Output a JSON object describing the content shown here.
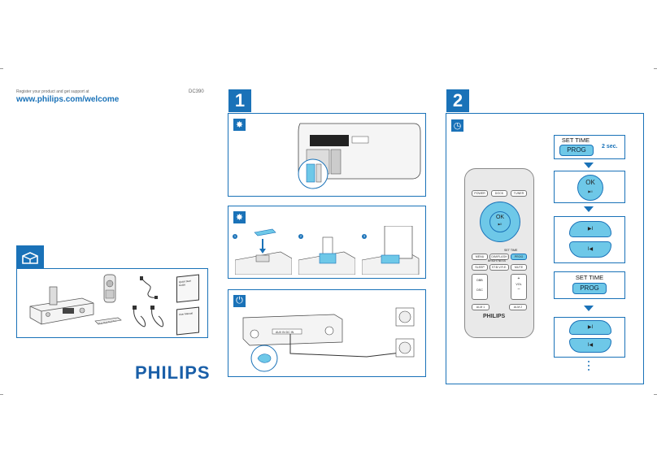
{
  "header": {
    "register_text": "Register your product and get support at",
    "url": "www.philips.com/welcome",
    "model": "DC390"
  },
  "brand": {
    "logo": "PHILIPS"
  },
  "steps": [
    {
      "number": "1"
    },
    {
      "number": "2"
    }
  ],
  "step1": {
    "icons": [
      "sun-icon",
      "sun-icon",
      "power-plug-icon"
    ],
    "install_markers": [
      "1",
      "2",
      "3"
    ],
    "device_labels": [
      "AUX IN",
      "DC IN"
    ]
  },
  "box_contents": {
    "icon": "unbox-icon",
    "manual_titles": [
      "Quick Start Guide",
      "User Manual"
    ]
  },
  "step2": {
    "icon": "clock-icon",
    "remote": {
      "top_buttons": [
        "POWER",
        "DOCK",
        "TUNER"
      ],
      "ok_label": "OK",
      "ok_sub": "▶II",
      "set_time_label": "SET TIME",
      "row1": [
        "MENU",
        "DIM/FLASH",
        "PROG"
      ],
      "brightness_label": "BRIGHTNESS",
      "row2": [
        "SLEEP",
        "ST.B.V.R.E.",
        "MUTE"
      ],
      "side_left_top": "DBB",
      "side_left_bottom": "DSC",
      "vol_label": "VOL",
      "vol_plus": "+",
      "vol_minus": "–",
      "bottom_buttons": [
        "ALM 1",
        "ALM 2"
      ],
      "brand": "PHILIPS"
    },
    "panels": {
      "set_time_1": "SET TIME",
      "prog_1": "PROG",
      "hold_time": "2 sec.",
      "ok": "OK",
      "ok_sub": "▶II",
      "set_time_2": "SET TIME",
      "prog_2": "PROG",
      "next_symbol": "▶I",
      "prev_symbol": "I◀"
    }
  },
  "colors": {
    "accent": "#1a72b8",
    "highlight": "#6ec8e8"
  }
}
